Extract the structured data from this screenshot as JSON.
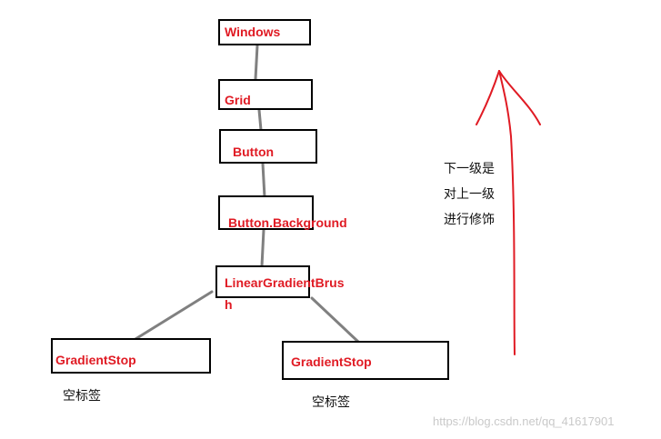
{
  "diagram": {
    "nodes": {
      "windows": "Windows",
      "grid": "Grid",
      "button": "Button",
      "button_background": "Button.Background",
      "linear_gradient_brush": "LinearGradientBrush",
      "gradient_stop_left": "GradientStop",
      "gradient_stop_right": "GradientStop"
    },
    "edges": [
      [
        "windows",
        "grid"
      ],
      [
        "grid",
        "button"
      ],
      [
        "button",
        "button_background"
      ],
      [
        "button_background",
        "linear_gradient_brush"
      ],
      [
        "linear_gradient_brush",
        "gradient_stop_left"
      ],
      [
        "linear_gradient_brush",
        "gradient_stop_right"
      ]
    ],
    "notes": {
      "left_empty_tag": "空标签",
      "right_empty_tag": "空标签"
    },
    "side_note": {
      "line1": "下一级是",
      "line2": "对上一级",
      "line3": "进行修饰"
    },
    "arrow": {
      "direction": "up"
    }
  },
  "colors": {
    "label_red": "#e01b24",
    "box_border": "#000000",
    "connector_gray": "#808080",
    "arrow_red": "#e01b24"
  },
  "watermark": "https://blog.csdn.net/qq_41617901"
}
